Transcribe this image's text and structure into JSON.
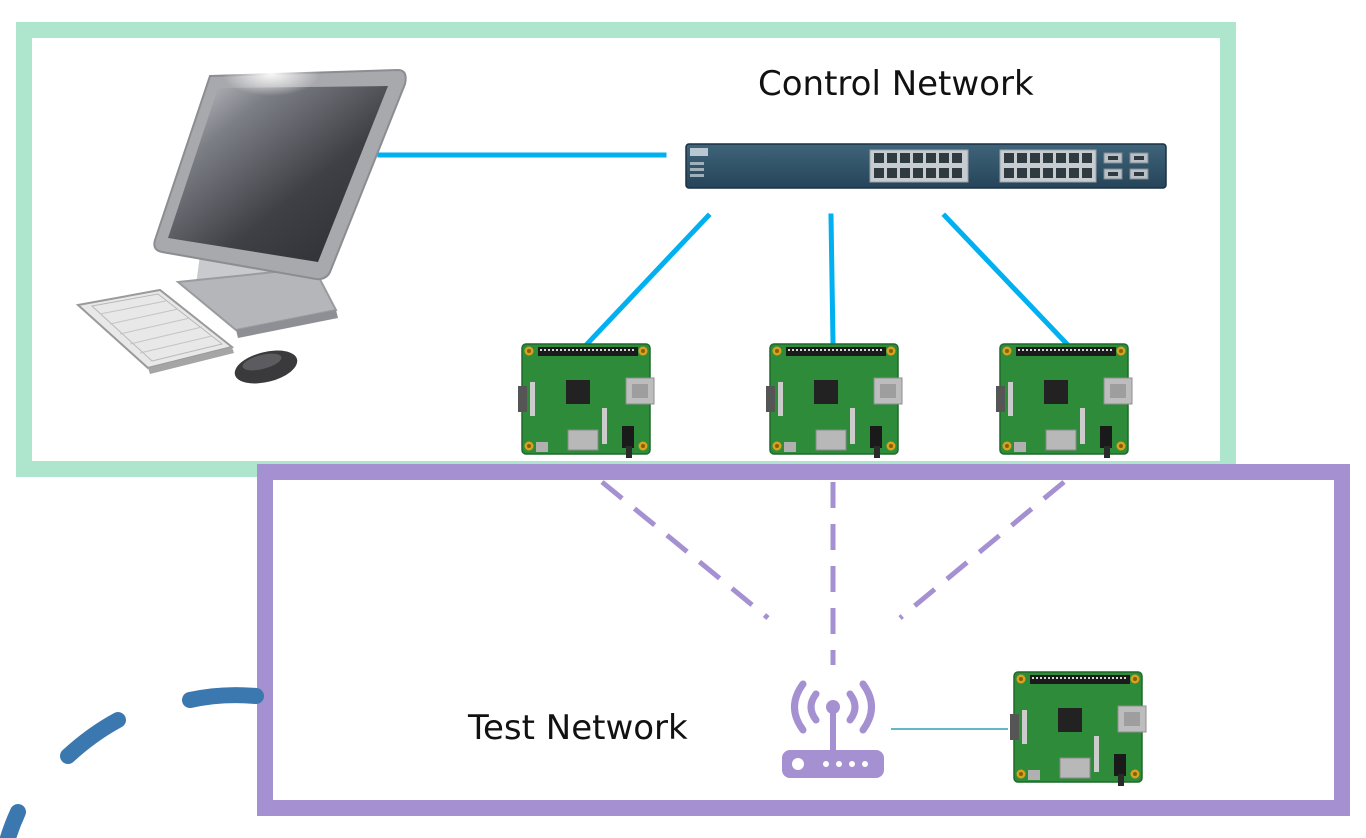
{
  "control_network": {
    "label": "Control Network",
    "border_color": "#ade5cd"
  },
  "test_network": {
    "label": "Test Network",
    "border_color": "#a591d1"
  },
  "colors": {
    "ethernet_link": "#00b0f0",
    "wireless_link": "#a591d1",
    "serial_link": "#2f9fb7",
    "accent_stroke": "#3b78b0",
    "pcb_green": "#2e8b3a"
  },
  "nodes": {
    "computer": {
      "icon": "all-in-one-computer-icon"
    },
    "switch": {
      "icon": "network-switch-icon"
    },
    "router": {
      "icon": "wireless-router-icon"
    },
    "boards": [
      {
        "name": "raspberry-pi-1",
        "icon": "raspberry-pi-icon"
      },
      {
        "name": "raspberry-pi-2",
        "icon": "raspberry-pi-icon"
      },
      {
        "name": "raspberry-pi-3",
        "icon": "raspberry-pi-icon"
      },
      {
        "name": "raspberry-pi-4",
        "icon": "raspberry-pi-icon"
      }
    ]
  }
}
